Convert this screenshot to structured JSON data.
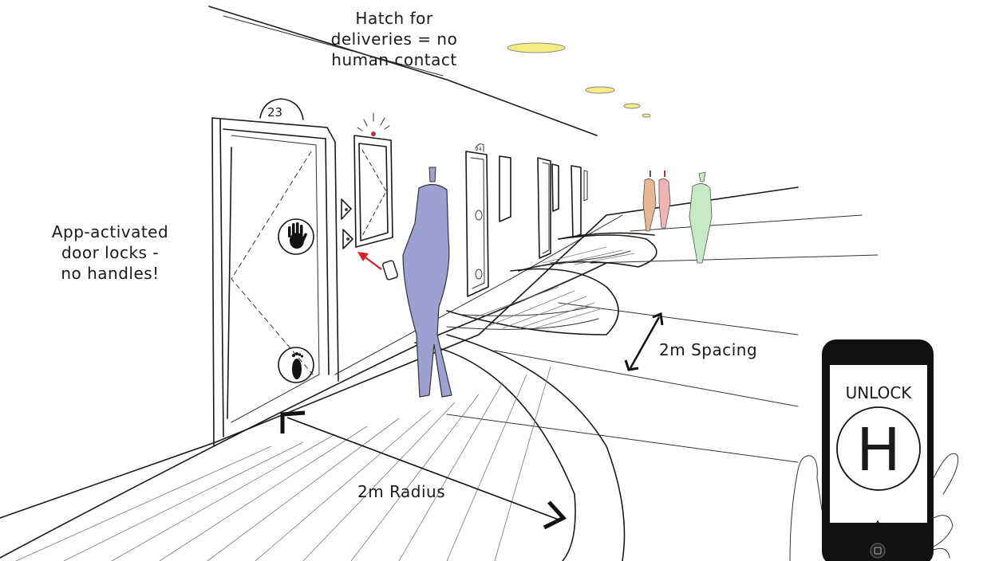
{
  "annotations": {
    "hatch": [
      "Hatch for",
      "deliveries = no",
      "human contact"
    ],
    "locks": [
      "App-activated",
      "door locks -",
      "no handles!"
    ],
    "spacing": "2m Spacing",
    "radius": "2m Radius"
  },
  "doors": {
    "near_number": "23",
    "far_number": "24"
  },
  "phone": {
    "title": "UNLOCK",
    "button_letter": "H"
  },
  "colors": {
    "figure_main": "#9ea0d2",
    "figure_orange": "#e7b692",
    "figure_pink": "#f0b3b6",
    "figure_green": "#c6ebc4",
    "ceiling_light": "#f4ec82",
    "arrow_red": "#d9202a",
    "phone_body": "#111111"
  },
  "icons": {
    "door_hand": "hand-icon",
    "door_foot": "foot-icon",
    "phone_home": "home-icon"
  }
}
